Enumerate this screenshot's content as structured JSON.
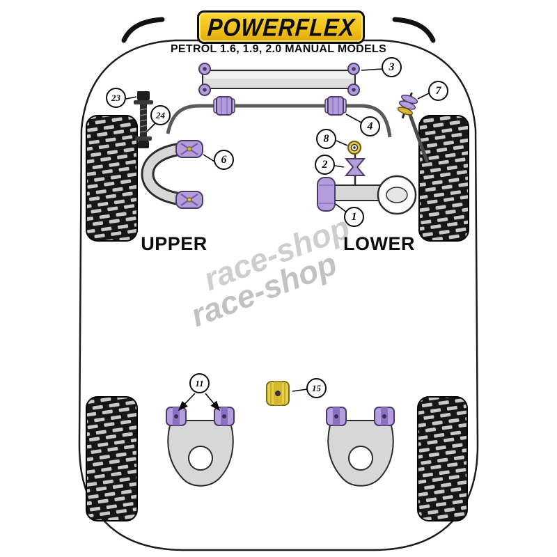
{
  "header": {
    "brand": "POWERFLEX",
    "subtitle": "PETROL 1.6, 1.9, 2.0 MANUAL MODELS"
  },
  "section_labels": {
    "upper": "UPPER",
    "lower": "LOWER"
  },
  "watermark": {
    "line1": "race-shop",
    "line2": "race-shop"
  },
  "callouts": [
    {
      "num": "3"
    },
    {
      "num": "7"
    },
    {
      "num": "23"
    },
    {
      "num": "24"
    },
    {
      "num": "4"
    },
    {
      "num": "8"
    },
    {
      "num": "2"
    },
    {
      "num": "6"
    },
    {
      "num": "1"
    },
    {
      "num": "11"
    },
    {
      "num": "15"
    }
  ],
  "colors": {
    "brand_yellow": "#f2c21a",
    "bush_purple": "#b49ddb",
    "bush_purple_dark": "#4a3a6b",
    "bush_yellow": "#e8cf4a",
    "washer_gold": "#d8b839"
  }
}
